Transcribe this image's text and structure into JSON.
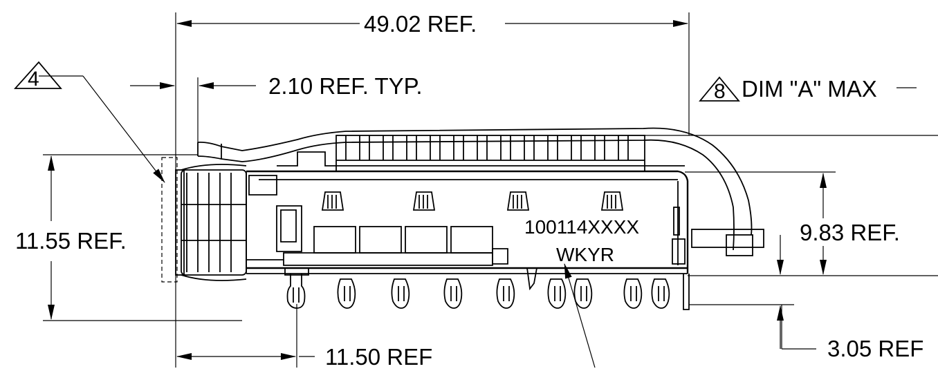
{
  "drawing": {
    "dim_overall_length": "49.02 REF.",
    "dim_lip": "2.10  REF. TYP.",
    "note_dim_a": "DIM \"A\" MAX",
    "note_dim_a_flag": "8",
    "note_bezel_flag": "4",
    "dim_total_height": "11.55 REF.",
    "dim_body_height": "9.83 REF.",
    "dim_pin_offset": "11.50 REF",
    "dim_pin_length": "3.05 REF",
    "marking_part_number": "100114XXXX",
    "marking_date_code": "WKYR"
  }
}
